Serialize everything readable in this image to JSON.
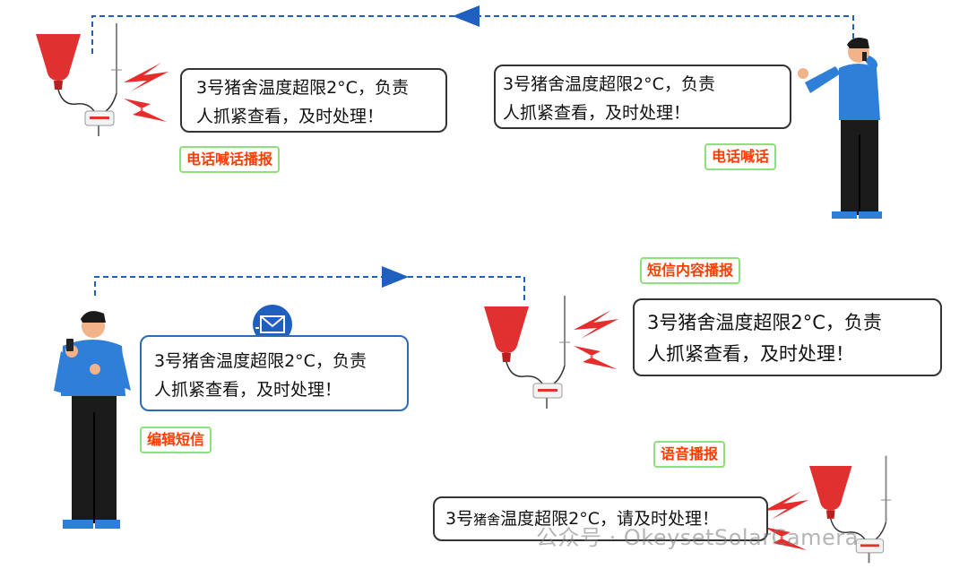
{
  "messages": {
    "m1": "3号猪舍温度超限2°C，负责\n人抓紧查看，及时处理！",
    "m2": "3号猪舍温度超限2°C，负责\n人抓紧查看，及时处理！",
    "m3": "3号猪舍温度超限2°C，负责\n人抓紧查看，及时处理！",
    "m4": "3号猪舍温度超限2°C，负责\n人抓紧查看，及时处理！",
    "m5_a": "3号",
    "m5_b": "猪舍",
    "m5_c": "温度超限2°C，请及时处理！"
  },
  "labels": {
    "phone_broadcast": "电话喊话播报",
    "phone_call": "电话喊话",
    "sms_broadcast": "短信内容播报",
    "edit_sms": "编辑短信",
    "voice_broadcast": "语音播报"
  },
  "watermark": "公众号 · OkeysetSolarCamera",
  "colors": {
    "speaker_red": "#e0302f",
    "arrow_blue": "#1f5fbf",
    "tag_text": "#ff3c00",
    "tag_border": "#8ee07a",
    "shirt_blue": "#2f7fd9"
  }
}
